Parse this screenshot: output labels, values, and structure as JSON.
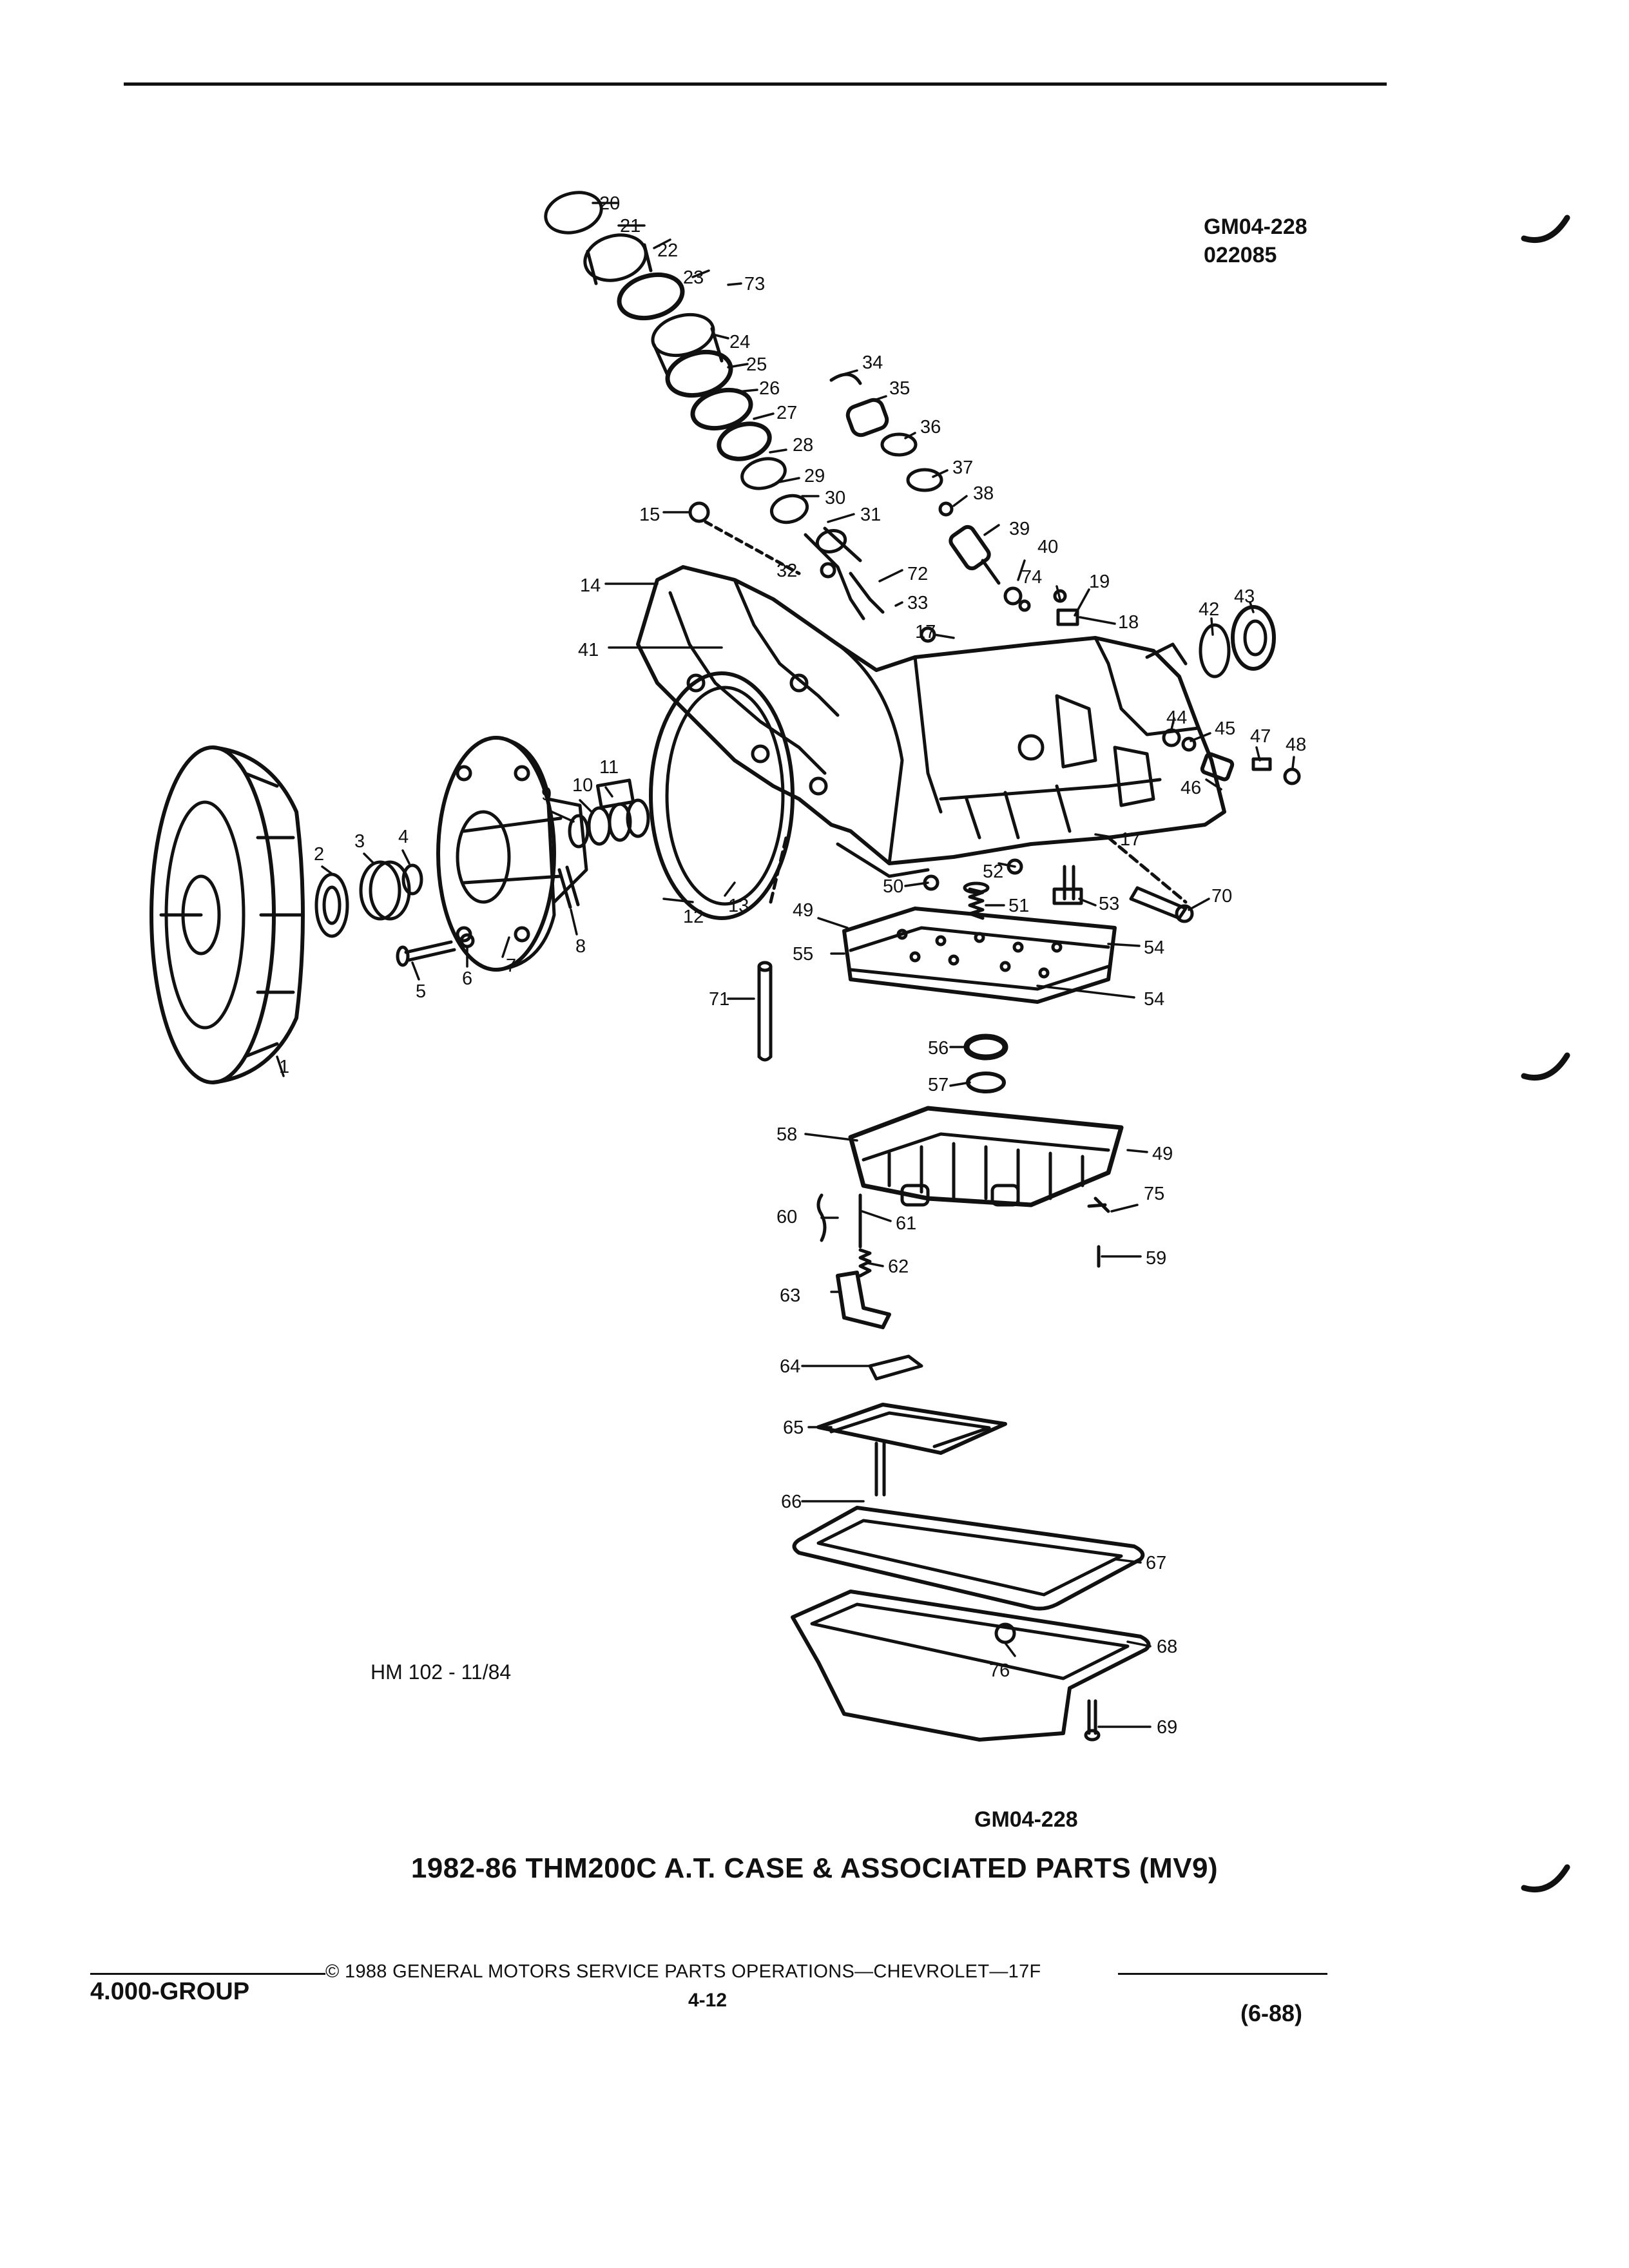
{
  "header": {
    "drawing_code": "GM04-228",
    "drawing_number": "022085"
  },
  "illustration_code": "HM 102 - 11/84",
  "figure_code": "GM04-228",
  "caption": "1982-86 THM200C A.T. CASE & ASSOCIATED PARTS (MV9)",
  "footer": {
    "group": "4.000-GROUP",
    "copyright": "© 1988 GENERAL MOTORS SERVICE PARTS OPERATIONS—CHEVROLET—17F",
    "page": "4-12",
    "revision": "(6-88)"
  },
  "callouts": [
    "20",
    "21",
    "22",
    "23",
    "73",
    "24",
    "25",
    "26",
    "27",
    "28",
    "29",
    "30",
    "31",
    "32",
    "72",
    "33",
    "34",
    "35",
    "36",
    "37",
    "38",
    "39",
    "40",
    "74",
    "19",
    "18",
    "17",
    "42",
    "43",
    "15",
    "14",
    "41",
    "44",
    "45",
    "47",
    "48",
    "46",
    "17",
    "9",
    "10",
    "11",
    "2",
    "3",
    "4",
    "1",
    "5",
    "6",
    "7",
    "8",
    "12",
    "13",
    "49",
    "55",
    "54",
    "54",
    "50",
    "52",
    "51",
    "53",
    "70",
    "71",
    "56",
    "57",
    "58",
    "49",
    "75",
    "60",
    "61",
    "62",
    "59",
    "63",
    "64",
    "65",
    "66",
    "67",
    "68",
    "76",
    "69"
  ]
}
